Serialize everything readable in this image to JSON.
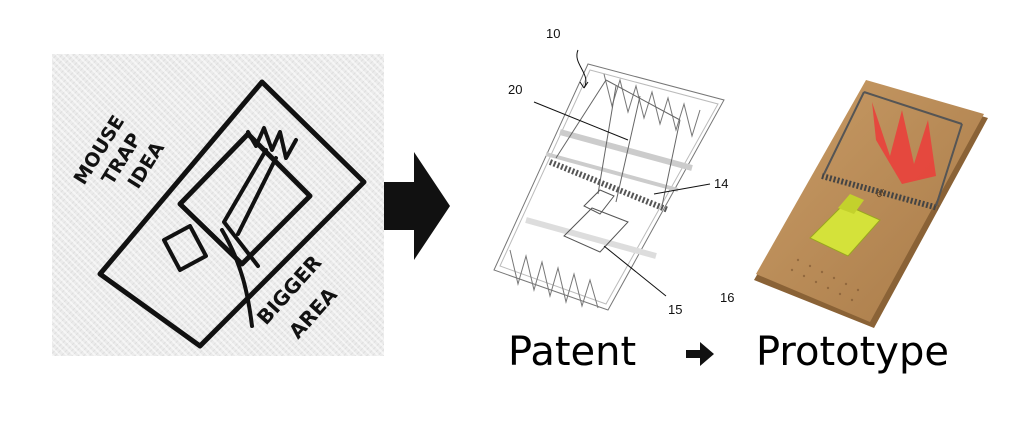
{
  "sketch": {
    "note_lines": [
      "MOUSE",
      "TRAP",
      "IDEA"
    ],
    "area_lines": [
      "BIGGER",
      "AREA"
    ]
  },
  "patent": {
    "labels": [
      "10",
      "20",
      "14",
      "15",
      "16"
    ]
  },
  "captions": {
    "left": "Patent",
    "right": "Prototype"
  },
  "prototype": {
    "brand_text": "dr"
  },
  "colors": {
    "arrow": "#111111",
    "wood": "#b88c5a",
    "spring_red": "#e8423c",
    "trigger_yellow": "#d4e23a"
  }
}
